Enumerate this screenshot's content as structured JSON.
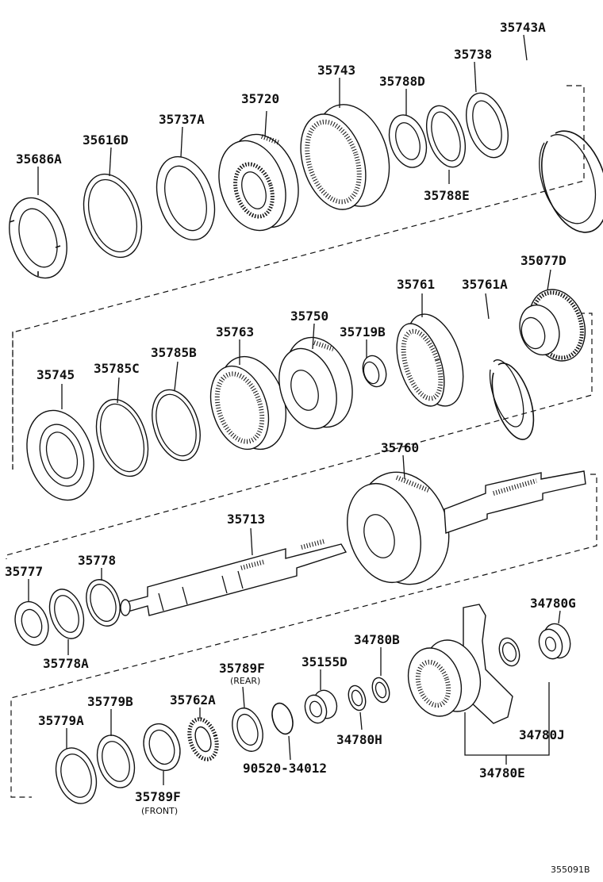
{
  "parts": {
    "p35743A": "35743A",
    "p35738": "35738",
    "p35743": "35743",
    "p35788D": "35788D",
    "p35720": "35720",
    "p35737A": "35737A",
    "p35616D": "35616D",
    "p35686A": "35686A",
    "p35788E": "35788E",
    "p35077D": "35077D",
    "p35761": "35761",
    "p35761A": "35761A",
    "p35750": "35750",
    "p35719B": "35719B",
    "p35763": "35763",
    "p35785B": "35785B",
    "p35785C": "35785C",
    "p35745": "35745",
    "p35760": "35760",
    "p35713": "35713",
    "p35778": "35778",
    "p35777": "35777",
    "p35778A": "35778A",
    "p34780G": "34780G",
    "p34780B": "34780B",
    "p35789F_rear": "35789F",
    "p35155D": "35155D",
    "p35779B": "35779B",
    "p35762A": "35762A",
    "p35779A": "35779A",
    "p34780H": "34780H",
    "p34780J": "34780J",
    "p90520": "90520-34012",
    "p34780E": "34780E",
    "p35789F_front": "35789F"
  },
  "notes": {
    "rear": "(REAR)",
    "front": "(FRONT)"
  },
  "diagram_code": "355091B"
}
